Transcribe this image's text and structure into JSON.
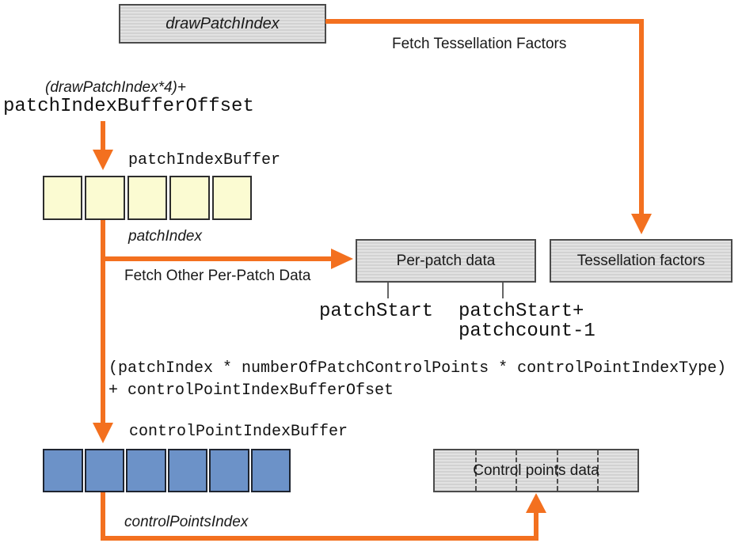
{
  "colors": {
    "arrow": "#f3701f",
    "yellow_cell": "#fbfbd2",
    "blue_cell": "#6c92c8",
    "box_fill_light": "#e2e2e2",
    "box_fill_dark": "#d2d2d2",
    "box_border": "#4b4b4b",
    "cell_border_yellow": "#2d2d2d",
    "cell_border_blue": "#1e2430",
    "tick": "#666666",
    "text": "#1a1a1a"
  },
  "boxes": {
    "draw_patch_index": "drawPatchIndex",
    "per_patch_data": "Per-patch data",
    "tessellation_factors": "Tessellation factors",
    "control_points_data": "Control points data"
  },
  "buffers": {
    "patch_index_buffer": {
      "label": "patchIndexBuffer",
      "cells": 5
    },
    "control_point_index_buffer": {
      "label": "controlPointIndexBuffer",
      "cells": 6
    },
    "control_points_data_segments": 5
  },
  "labels": {
    "fetch_tessellation_factors": "Fetch Tessellation Factors",
    "draw_patch_index_formula": "(drawPatchIndex*4)+",
    "patch_index_buffer_offset": "patchIndexBufferOffset",
    "patch_index": "patchIndex",
    "fetch_other_per_patch_data": "Fetch Other Per-Patch Data",
    "patch_start": "patchStart",
    "patch_start_plus": "patchStart+",
    "patch_count_minus_one": "patchcount-1",
    "control_point_formula_line1": "(patchIndex * numberOfPatchControlPoints * controlPointIndexType)",
    "control_point_formula_line2": "+ controlPointIndexBufferOfset",
    "control_points_index": "controlPointsIndex"
  }
}
